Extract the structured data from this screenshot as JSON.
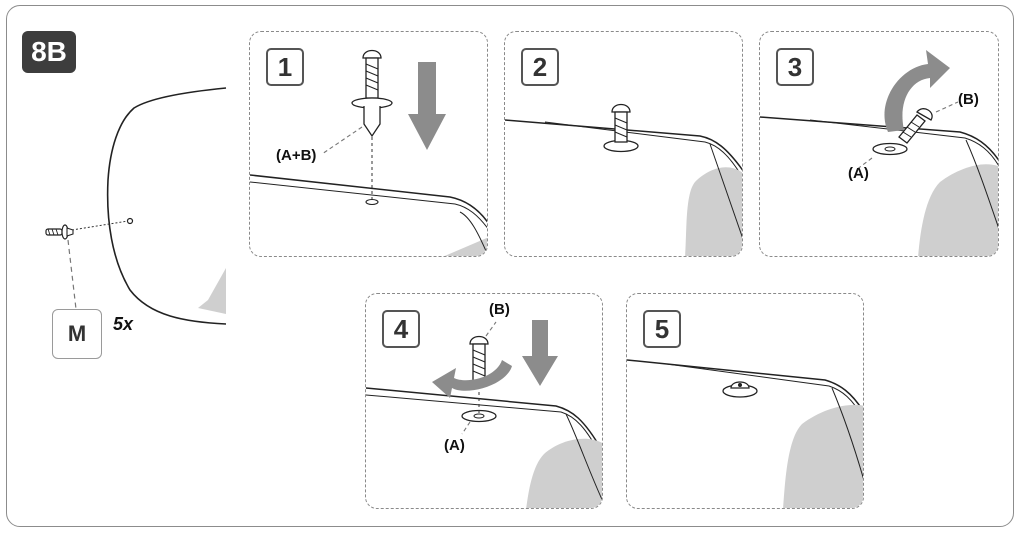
{
  "step_tag": "8B",
  "part_letter": "M",
  "quantity": "5x",
  "panels": [
    {
      "number": "1",
      "label": "(A+B)"
    },
    {
      "number": "2"
    },
    {
      "number": "3",
      "label_a": "(A)",
      "label_b": "(B)"
    },
    {
      "number": "4",
      "label_a": "(A)",
      "label_b": "(B)"
    },
    {
      "number": "5"
    }
  ],
  "colors": {
    "tag_bg": "#3d3d3d",
    "arrow": "#8c8c8c",
    "shade": "#cfcfcf",
    "line": "#222222"
  }
}
